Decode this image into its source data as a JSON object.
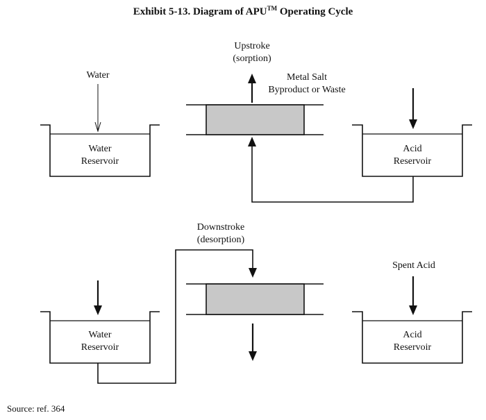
{
  "title": {
    "prefix": "Exhibit 5-13. Diagram of APU",
    "trademark": "TM",
    "suffix": " Operating Cycle"
  },
  "upstroke": {
    "label_line1": "Upstroke",
    "label_line2": "(sorption)",
    "input_label": "Water",
    "output_line1": "Metal Salt",
    "output_line2": "Byproduct or Waste",
    "left_reservoir_line1": "Water",
    "left_reservoir_line2": "Reservoir",
    "right_reservoir_line1": "Acid",
    "right_reservoir_line2": "Reservoir"
  },
  "downstroke": {
    "label_line1": "Downstroke",
    "label_line2": "(desorption)",
    "spent_label": "Spent Acid",
    "left_reservoir_line1": "Water",
    "left_reservoir_line2": "Reservoir",
    "right_reservoir_line1": "Acid",
    "right_reservoir_line2": "Reservoir"
  },
  "source": "Source: ref. 364",
  "colors": {
    "line": "#111111",
    "resin_bed_fill": "#c8c8c8"
  }
}
